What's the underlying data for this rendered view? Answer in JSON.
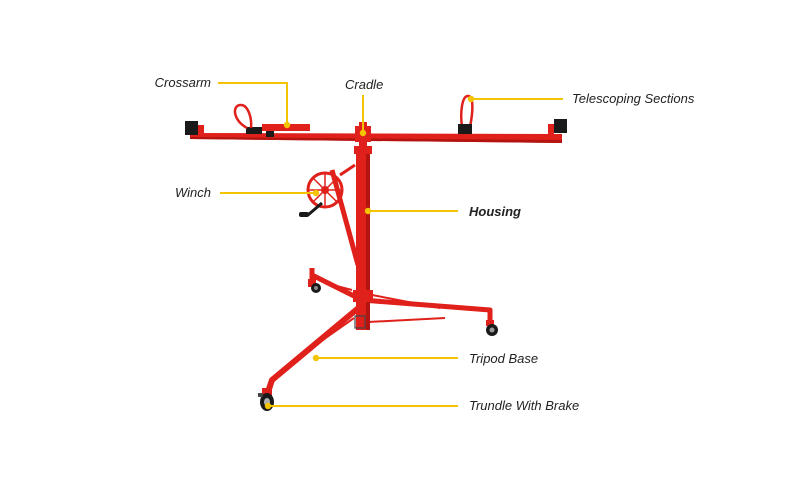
{
  "labels": {
    "crossarm": "Crossarm",
    "cradle": "Cradle",
    "telescoping": "Telescoping Sections",
    "winch": "Winch",
    "housing": "Housing",
    "tripod": "Tripod Base",
    "trundle": "Trundle With Brake"
  },
  "colors": {
    "frame": "#e0201b",
    "frame_dark": "#b3140f",
    "leader": "#f5c400",
    "text": "#222222",
    "black": "#1a1a1a"
  }
}
